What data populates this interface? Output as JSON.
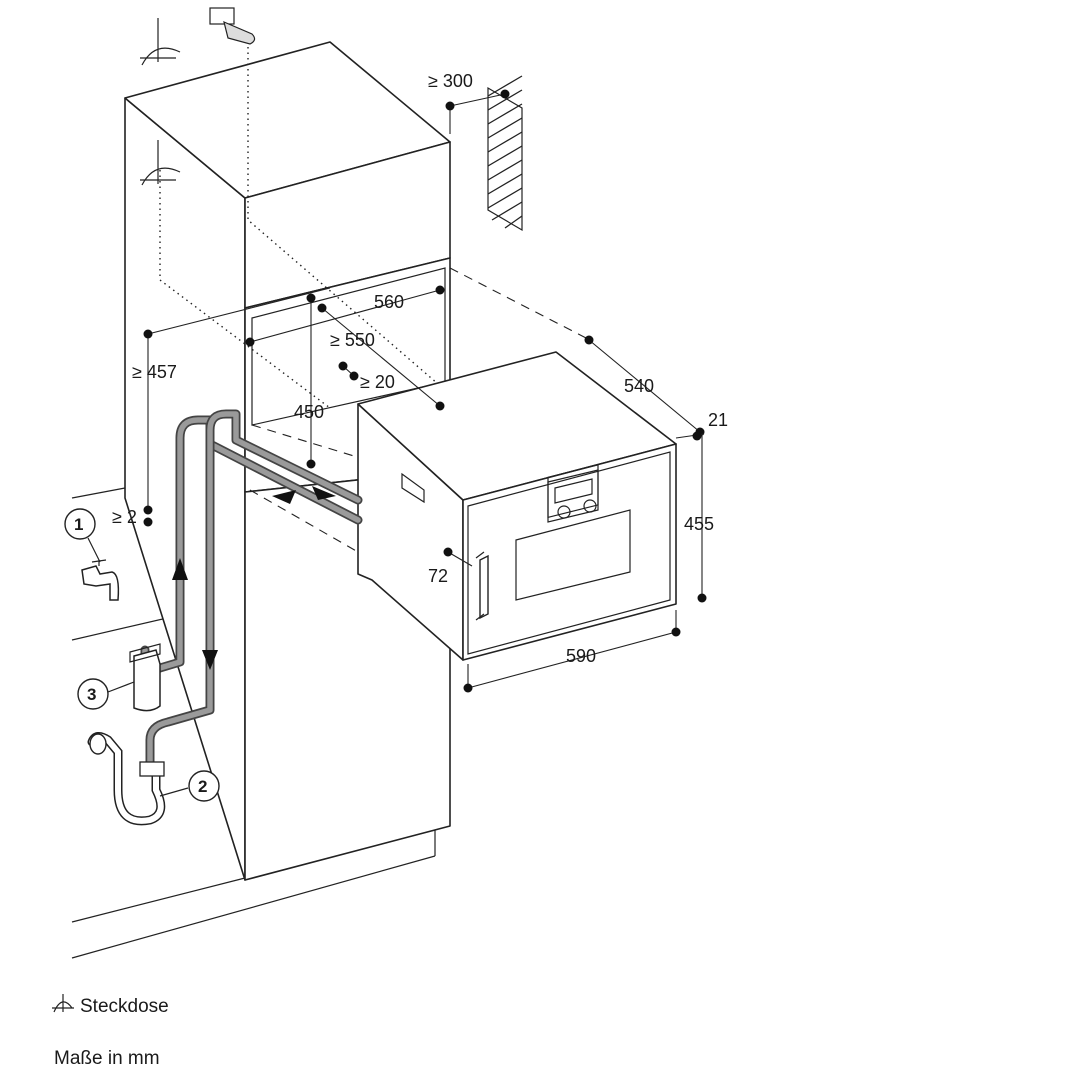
{
  "dimensions": {
    "clearance_top": "≥ 300",
    "niche_width": "560",
    "niche_depth": "≥ 550",
    "rear_gap": "≥ 20",
    "niche_height": "450",
    "cabinet_height": "≥ 457",
    "floor_gap": "≥ 2",
    "appliance_depth": "540",
    "door_thickness": "21",
    "appliance_height": "455",
    "handle_offset": "72",
    "appliance_width": "590"
  },
  "callouts": {
    "water_tap": "1",
    "drain": "2",
    "filter": "3"
  },
  "legend": {
    "socket_label": "Steckdose",
    "units_note": "Maße in mm"
  },
  "icons": {
    "socket": "socket-icon",
    "tap": "water-tap-icon",
    "filter": "water-filter-icon",
    "siphon": "drain-siphon-icon",
    "wall": "wall-hatch-icon"
  }
}
